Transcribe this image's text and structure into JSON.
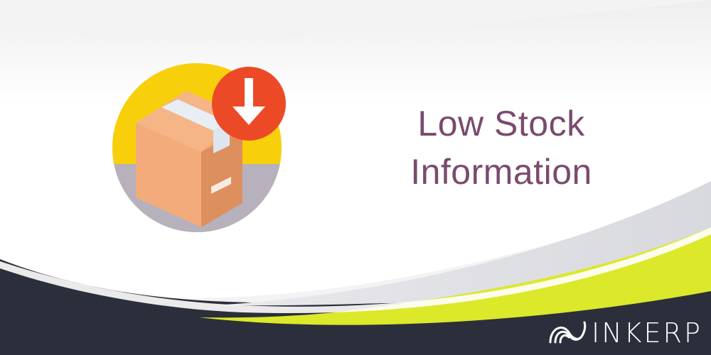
{
  "title": {
    "line1": "Low Stock",
    "line2": "Information"
  },
  "brand": {
    "wordmark": "INKERP",
    "logo_icon": "winkerp-swirl-logo-icon"
  },
  "icon": {
    "name": "low-stock-box-icon",
    "badge_icon": "arrow-down-icon"
  },
  "colors": {
    "title": "#7a4b6e",
    "circle_yellow": "#f8cf0b",
    "floor_gray": "#b6b1bd",
    "box": "#f2a878",
    "box_dark": "#de8f5e",
    "badge": "#ec4a26",
    "navy": "#2b2f3b",
    "lime": "#dce82a"
  }
}
